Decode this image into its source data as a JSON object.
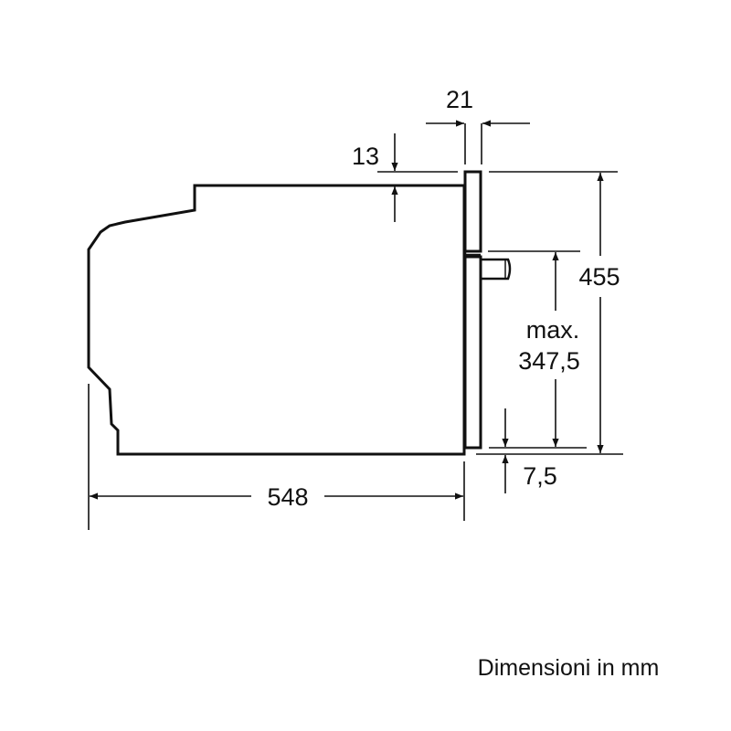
{
  "dimensions": {
    "door_thickness": "21",
    "top_offset": "13",
    "total_height": "455",
    "opening_label": "max.",
    "opening_height": "347,5",
    "bottom_offset": "7,5",
    "depth": "548"
  },
  "caption": "Dimensioni in mm",
  "colors": {
    "line": "#111111",
    "background": "#ffffff"
  }
}
